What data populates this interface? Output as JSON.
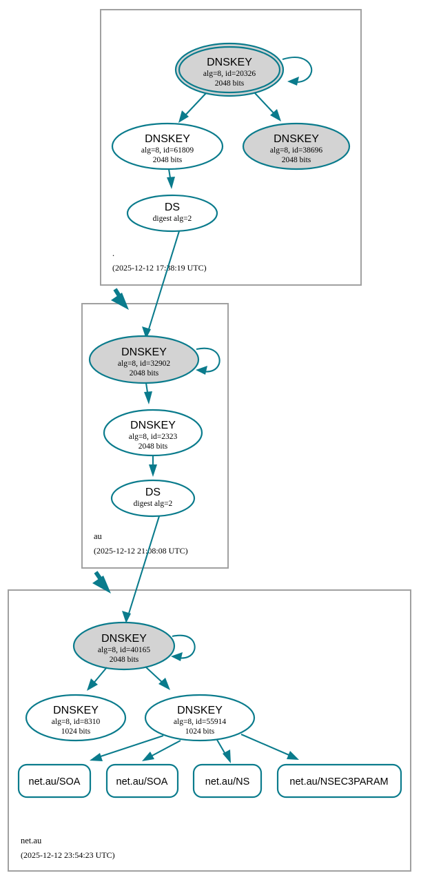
{
  "diagram": {
    "kind": "dnssec-authentication-chain",
    "colors": {
      "accent": "#0a7b8c",
      "node_fill_secure": "#d3d3d3",
      "node_fill_plain": "#ffffff",
      "zone_border": "#a0a0a0",
      "background": "#ffffff",
      "text": "#000000"
    }
  },
  "zones": [
    {
      "id": "root",
      "label": ".",
      "timestamp": "(2025-12-12 17:38:19 UTC)",
      "nodes": [
        {
          "id": "root-ksk-20326",
          "type": "DNSKEY",
          "title": "DNSKEY",
          "detail1": "alg=8, id=20326",
          "detail2": "2048 bits",
          "alg": 8,
          "key_id": 20326,
          "key_size": "2048 bits",
          "shape": "doublecircle",
          "fill": "gray",
          "self_signed": true
        },
        {
          "id": "root-zsk-61809",
          "type": "DNSKEY",
          "title": "DNSKEY",
          "detail1": "alg=8, id=61809",
          "detail2": "2048 bits",
          "alg": 8,
          "key_id": 61809,
          "key_size": "2048 bits",
          "shape": "ellipse",
          "fill": "white",
          "self_signed": false
        },
        {
          "id": "root-zsk-38696",
          "type": "DNSKEY",
          "title": "DNSKEY",
          "detail1": "alg=8, id=38696",
          "detail2": "2048 bits",
          "alg": 8,
          "key_id": 38696,
          "key_size": "2048 bits",
          "shape": "ellipse",
          "fill": "gray",
          "self_signed": false
        },
        {
          "id": "root-ds",
          "type": "DS",
          "title": "DS",
          "detail1": "digest alg=2",
          "detail2": "",
          "shape": "ellipse",
          "fill": "white",
          "self_signed": false
        }
      ]
    },
    {
      "id": "au",
      "label": "au",
      "timestamp": "(2025-12-12 21:08:08 UTC)",
      "nodes": [
        {
          "id": "au-ksk-32902",
          "type": "DNSKEY",
          "title": "DNSKEY",
          "detail1": "alg=8, id=32902",
          "detail2": "2048 bits",
          "alg": 8,
          "key_id": 32902,
          "key_size": "2048 bits",
          "shape": "ellipse",
          "fill": "gray",
          "self_signed": true
        },
        {
          "id": "au-zsk-2323",
          "type": "DNSKEY",
          "title": "DNSKEY",
          "detail1": "alg=8, id=2323",
          "detail2": "2048 bits",
          "alg": 8,
          "key_id": 2323,
          "key_size": "2048 bits",
          "shape": "ellipse",
          "fill": "white",
          "self_signed": false
        },
        {
          "id": "au-ds",
          "type": "DS",
          "title": "DS",
          "detail1": "digest alg=2",
          "detail2": "",
          "shape": "ellipse",
          "fill": "white",
          "self_signed": false
        }
      ]
    },
    {
      "id": "netau",
      "label": "net.au",
      "timestamp": "(2025-12-12 23:54:23 UTC)",
      "nodes": [
        {
          "id": "netau-ksk-40165",
          "type": "DNSKEY",
          "title": "DNSKEY",
          "detail1": "alg=8, id=40165",
          "detail2": "2048 bits",
          "alg": 8,
          "key_id": 40165,
          "key_size": "2048 bits",
          "shape": "ellipse",
          "fill": "gray",
          "self_signed": true
        },
        {
          "id": "netau-zsk-8310",
          "type": "DNSKEY",
          "title": "DNSKEY",
          "detail1": "alg=8, id=8310",
          "detail2": "1024 bits",
          "alg": 8,
          "key_id": 8310,
          "key_size": "1024 bits",
          "shape": "ellipse",
          "fill": "white",
          "self_signed": false
        },
        {
          "id": "netau-zsk-55914",
          "type": "DNSKEY",
          "title": "DNSKEY",
          "detail1": "alg=8, id=55914",
          "detail2": "1024 bits",
          "alg": 8,
          "key_id": 55914,
          "key_size": "1024 bits",
          "shape": "ellipse",
          "fill": "white",
          "self_signed": false
        }
      ],
      "rrsets": [
        {
          "id": "rr-soa-1",
          "label": "net.au/SOA"
        },
        {
          "id": "rr-soa-2",
          "label": "net.au/SOA"
        },
        {
          "id": "rr-ns",
          "label": "net.au/NS"
        },
        {
          "id": "rr-nsec3param",
          "label": "net.au/NSEC3PARAM"
        }
      ]
    }
  ]
}
